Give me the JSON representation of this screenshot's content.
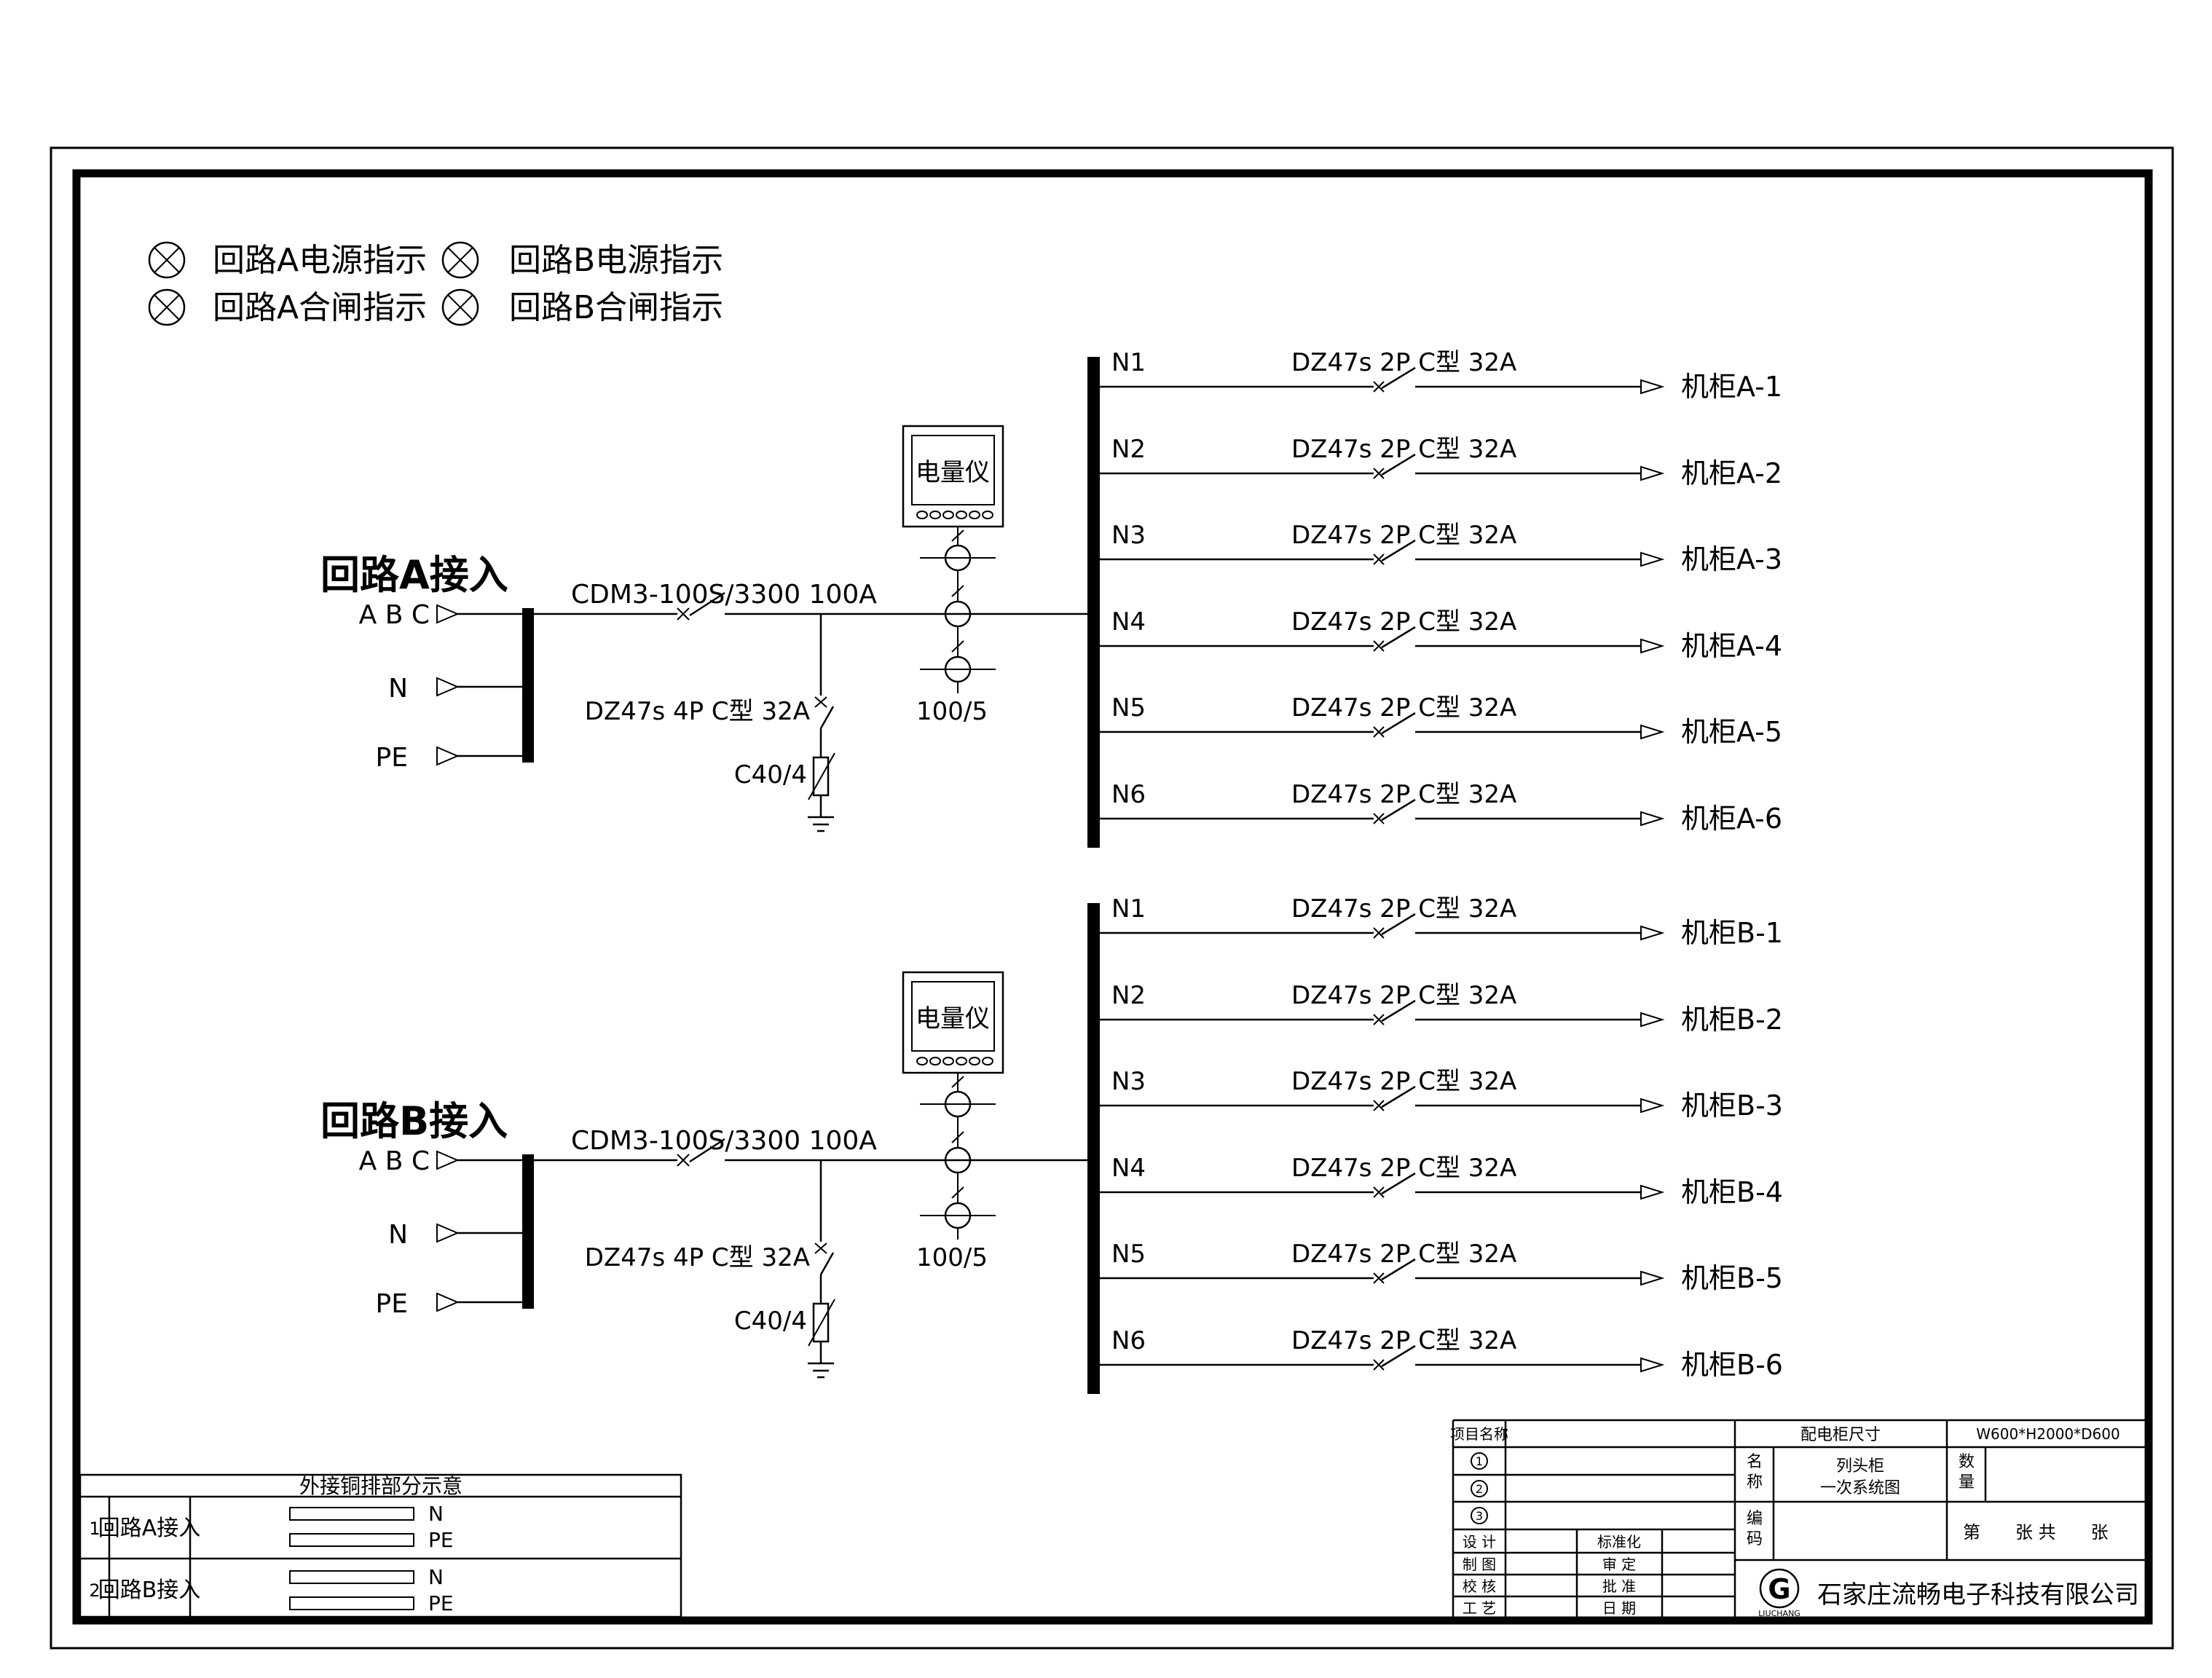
{
  "indicators": {
    "items": [
      {
        "label": "回路A电源指示"
      },
      {
        "label": "回路B电源指示"
      },
      {
        "label": "回路A合闸指示"
      },
      {
        "label": "回路B合闸指示"
      }
    ]
  },
  "circuits": [
    {
      "title": "回路A接入",
      "main_breaker": "CDM3-100S/3300 100A",
      "phase_label": "A B C",
      "neutral_label": "N",
      "pe_label": "PE",
      "spd_breaker": "DZ47s 4P C型 32A",
      "spd": "C40/4",
      "meter_label": "电量仪",
      "ct_ratio": "100/5",
      "branches": [
        {
          "id": "N1",
          "breaker": "DZ47s 2P C型 32A",
          "dest": "机柜A-1"
        },
        {
          "id": "N2",
          "breaker": "DZ47s 2P C型 32A",
          "dest": "机柜A-2"
        },
        {
          "id": "N3",
          "breaker": "DZ47s 2P C型 32A",
          "dest": "机柜A-3"
        },
        {
          "id": "N4",
          "breaker": "DZ47s 2P C型 32A",
          "dest": "机柜A-4"
        },
        {
          "id": "N5",
          "breaker": "DZ47s 2P C型 32A",
          "dest": "机柜A-5"
        },
        {
          "id": "N6",
          "breaker": "DZ47s 2P C型 32A",
          "dest": "机柜A-6"
        }
      ]
    },
    {
      "title": "回路B接入",
      "main_breaker": "CDM3-100S/3300 100A",
      "phase_label": "A B C",
      "neutral_label": "N",
      "pe_label": "PE",
      "spd_breaker": "DZ47s 4P C型 32A",
      "spd": "C40/4",
      "meter_label": "电量仪",
      "ct_ratio": "100/5",
      "branches": [
        {
          "id": "N1",
          "breaker": "DZ47s 2P C型 32A",
          "dest": "机柜B-1"
        },
        {
          "id": "N2",
          "breaker": "DZ47s 2P C型 32A",
          "dest": "机柜B-2"
        },
        {
          "id": "N3",
          "breaker": "DZ47s 2P C型 32A",
          "dest": "机柜B-3"
        },
        {
          "id": "N4",
          "breaker": "DZ47s 2P C型 32A",
          "dest": "机柜B-4"
        },
        {
          "id": "N5",
          "breaker": "DZ47s 2P C型 32A",
          "dest": "机柜B-5"
        },
        {
          "id": "N6",
          "breaker": "DZ47s 2P C型 32A",
          "dest": "机柜B-6"
        }
      ]
    }
  ],
  "busbar_table": {
    "title": "外接铜排部分示意",
    "rows": [
      {
        "no": "1",
        "name": "回路A接入",
        "bar1": "N",
        "bar2": "PE"
      },
      {
        "no": "2",
        "name": "回路B接入",
        "bar1": "N",
        "bar2": "PE"
      }
    ]
  },
  "title_block": {
    "project_label": "项目名称",
    "size_label": "配电柜尺寸",
    "size_value": "W600*H2000*D600",
    "rev1": "1",
    "rev2": "2",
    "rev3": "3",
    "design_label": "设 计",
    "draft_label": "制 图",
    "check_label": "校 核",
    "process_label": "工 艺",
    "std_label": "标准化",
    "review_label": "审 定",
    "approve_label": "批 准",
    "date_label": "日 期",
    "name_label": "名称",
    "name_line1": "列头柜",
    "name_line2": "一次系统图",
    "qty_label": "数量",
    "code_label": "编码",
    "sheet_text": "第　　张 共　　张",
    "company": "石家庄流畅电子科技有限公司",
    "logo_letter": "G",
    "logo_sub": "LIUCHANG"
  },
  "colors": {
    "ink": "#000000",
    "paper": "#ffffff"
  }
}
